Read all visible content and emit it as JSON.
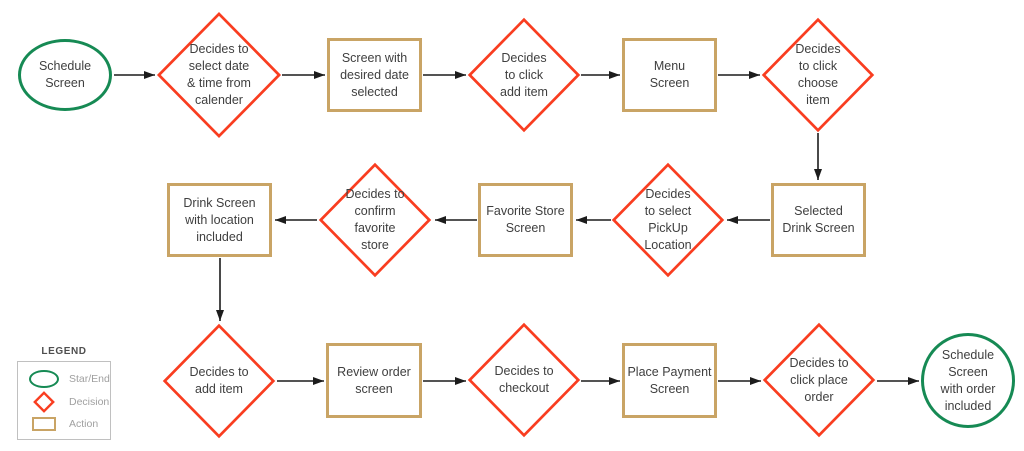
{
  "colors": {
    "start_end_stroke": "#168a54",
    "decision_stroke": "#f93d20",
    "action_stroke": "#c9a465",
    "arrow": "#1c1c1c",
    "node_text": "#3f3f3f",
    "legend_label_text": "#a0a0a0"
  },
  "nodes": [
    {
      "id": "schedule-screen-start",
      "type": "start-end",
      "label": "Schedule\nScreen"
    },
    {
      "id": "decides-select-date-time",
      "type": "decision",
      "label": "Decides to\nselect date\n& time from\ncalender"
    },
    {
      "id": "screen-desired-date",
      "type": "action",
      "label": "Screen with\ndesired date\nselected"
    },
    {
      "id": "decides-click-add-item",
      "type": "decision",
      "label": "Decides\nto click\nadd item"
    },
    {
      "id": "menu-screen",
      "type": "action",
      "label": "Menu\nScreen"
    },
    {
      "id": "decides-click-choose-item",
      "type": "decision",
      "label": "Decides\nto click\nchoose\nitem"
    },
    {
      "id": "selected-drink-screen",
      "type": "action",
      "label": "Selected\nDrink Screen"
    },
    {
      "id": "decides-select-pickup-location",
      "type": "decision",
      "label": "Decides\nto select\nPickUp\nLocation"
    },
    {
      "id": "favorite-store-screen",
      "type": "action",
      "label": "Favorite Store\nScreen"
    },
    {
      "id": "decides-confirm-favorite-store",
      "type": "decision",
      "label": "Decides to\nconfirm\nfavorite\nstore"
    },
    {
      "id": "drink-screen-location-included",
      "type": "action",
      "label": "Drink Screen\nwith location\nincluded"
    },
    {
      "id": "decides-add-item",
      "type": "decision",
      "label": "Decides to\nadd item"
    },
    {
      "id": "review-order-screen",
      "type": "action",
      "label": "Review order\nscreen"
    },
    {
      "id": "decides-checkout",
      "type": "decision",
      "label": "Decides to\ncheckout"
    },
    {
      "id": "place-payment-screen",
      "type": "action",
      "label": "Place Payment\nScreen"
    },
    {
      "id": "decides-click-place-order",
      "type": "decision",
      "label": "Decides to\nclick place\norder"
    },
    {
      "id": "schedule-screen-end",
      "type": "start-end",
      "label": "Schedule\nScreen\nwith order\nincluded"
    }
  ],
  "edges": [
    {
      "from": "schedule-screen-start",
      "to": "decides-select-date-time"
    },
    {
      "from": "decides-select-date-time",
      "to": "screen-desired-date"
    },
    {
      "from": "screen-desired-date",
      "to": "decides-click-add-item"
    },
    {
      "from": "decides-click-add-item",
      "to": "menu-screen"
    },
    {
      "from": "menu-screen",
      "to": "decides-click-choose-item"
    },
    {
      "from": "decides-click-choose-item",
      "to": "selected-drink-screen"
    },
    {
      "from": "selected-drink-screen",
      "to": "decides-select-pickup-location"
    },
    {
      "from": "decides-select-pickup-location",
      "to": "favorite-store-screen"
    },
    {
      "from": "favorite-store-screen",
      "to": "decides-confirm-favorite-store"
    },
    {
      "from": "decides-confirm-favorite-store",
      "to": "drink-screen-location-included"
    },
    {
      "from": "drink-screen-location-included",
      "to": "decides-add-item"
    },
    {
      "from": "decides-add-item",
      "to": "review-order-screen"
    },
    {
      "from": "review-order-screen",
      "to": "decides-checkout"
    },
    {
      "from": "decides-checkout",
      "to": "place-payment-screen"
    },
    {
      "from": "place-payment-screen",
      "to": "decides-click-place-order"
    },
    {
      "from": "decides-click-place-order",
      "to": "schedule-screen-end"
    }
  ],
  "legend": {
    "title": "LEGEND",
    "items": [
      {
        "label": "Star/End"
      },
      {
        "label": "Decision"
      },
      {
        "label": "Action"
      }
    ]
  }
}
